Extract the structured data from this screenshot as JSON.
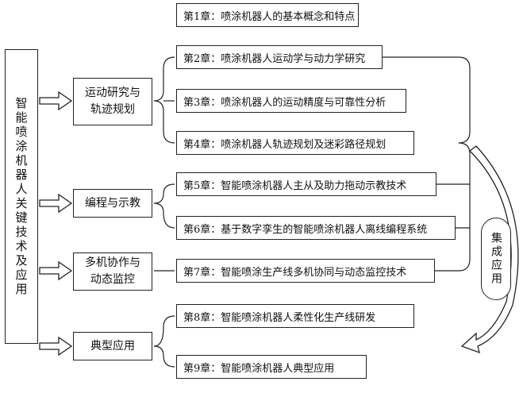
{
  "root": "智能喷涂机器人关键技术及应用",
  "integration": "集成应用",
  "categories": [
    {
      "id": "motion",
      "label": "运动研究与\n轨迹规划"
    },
    {
      "id": "programming",
      "label": "编程与示教"
    },
    {
      "id": "multi",
      "label": "多机协作与\n动态监控"
    },
    {
      "id": "application",
      "label": "典型应用"
    }
  ],
  "chapters": [
    "第1章：喷涂机器人的基本概念和特点",
    "第2章：喷涂机器人运动学与动力学研究",
    "第3章：喷涂机器人的运动精度与可靠性分析",
    "第4章：喷涂机器人轨迹规划及迷彩路径规划",
    "第5章：智能喷涂机器人主从及助力拖动示教技术",
    "第6章：基于数字孪生的智能喷涂机器人离线编程系统",
    "第7章：智能喷涂生产线多机协同与动态监控技术",
    "第8章：智能喷涂机器人柔性化生产线研发",
    "第9章：智能喷涂机器人典型应用"
  ]
}
